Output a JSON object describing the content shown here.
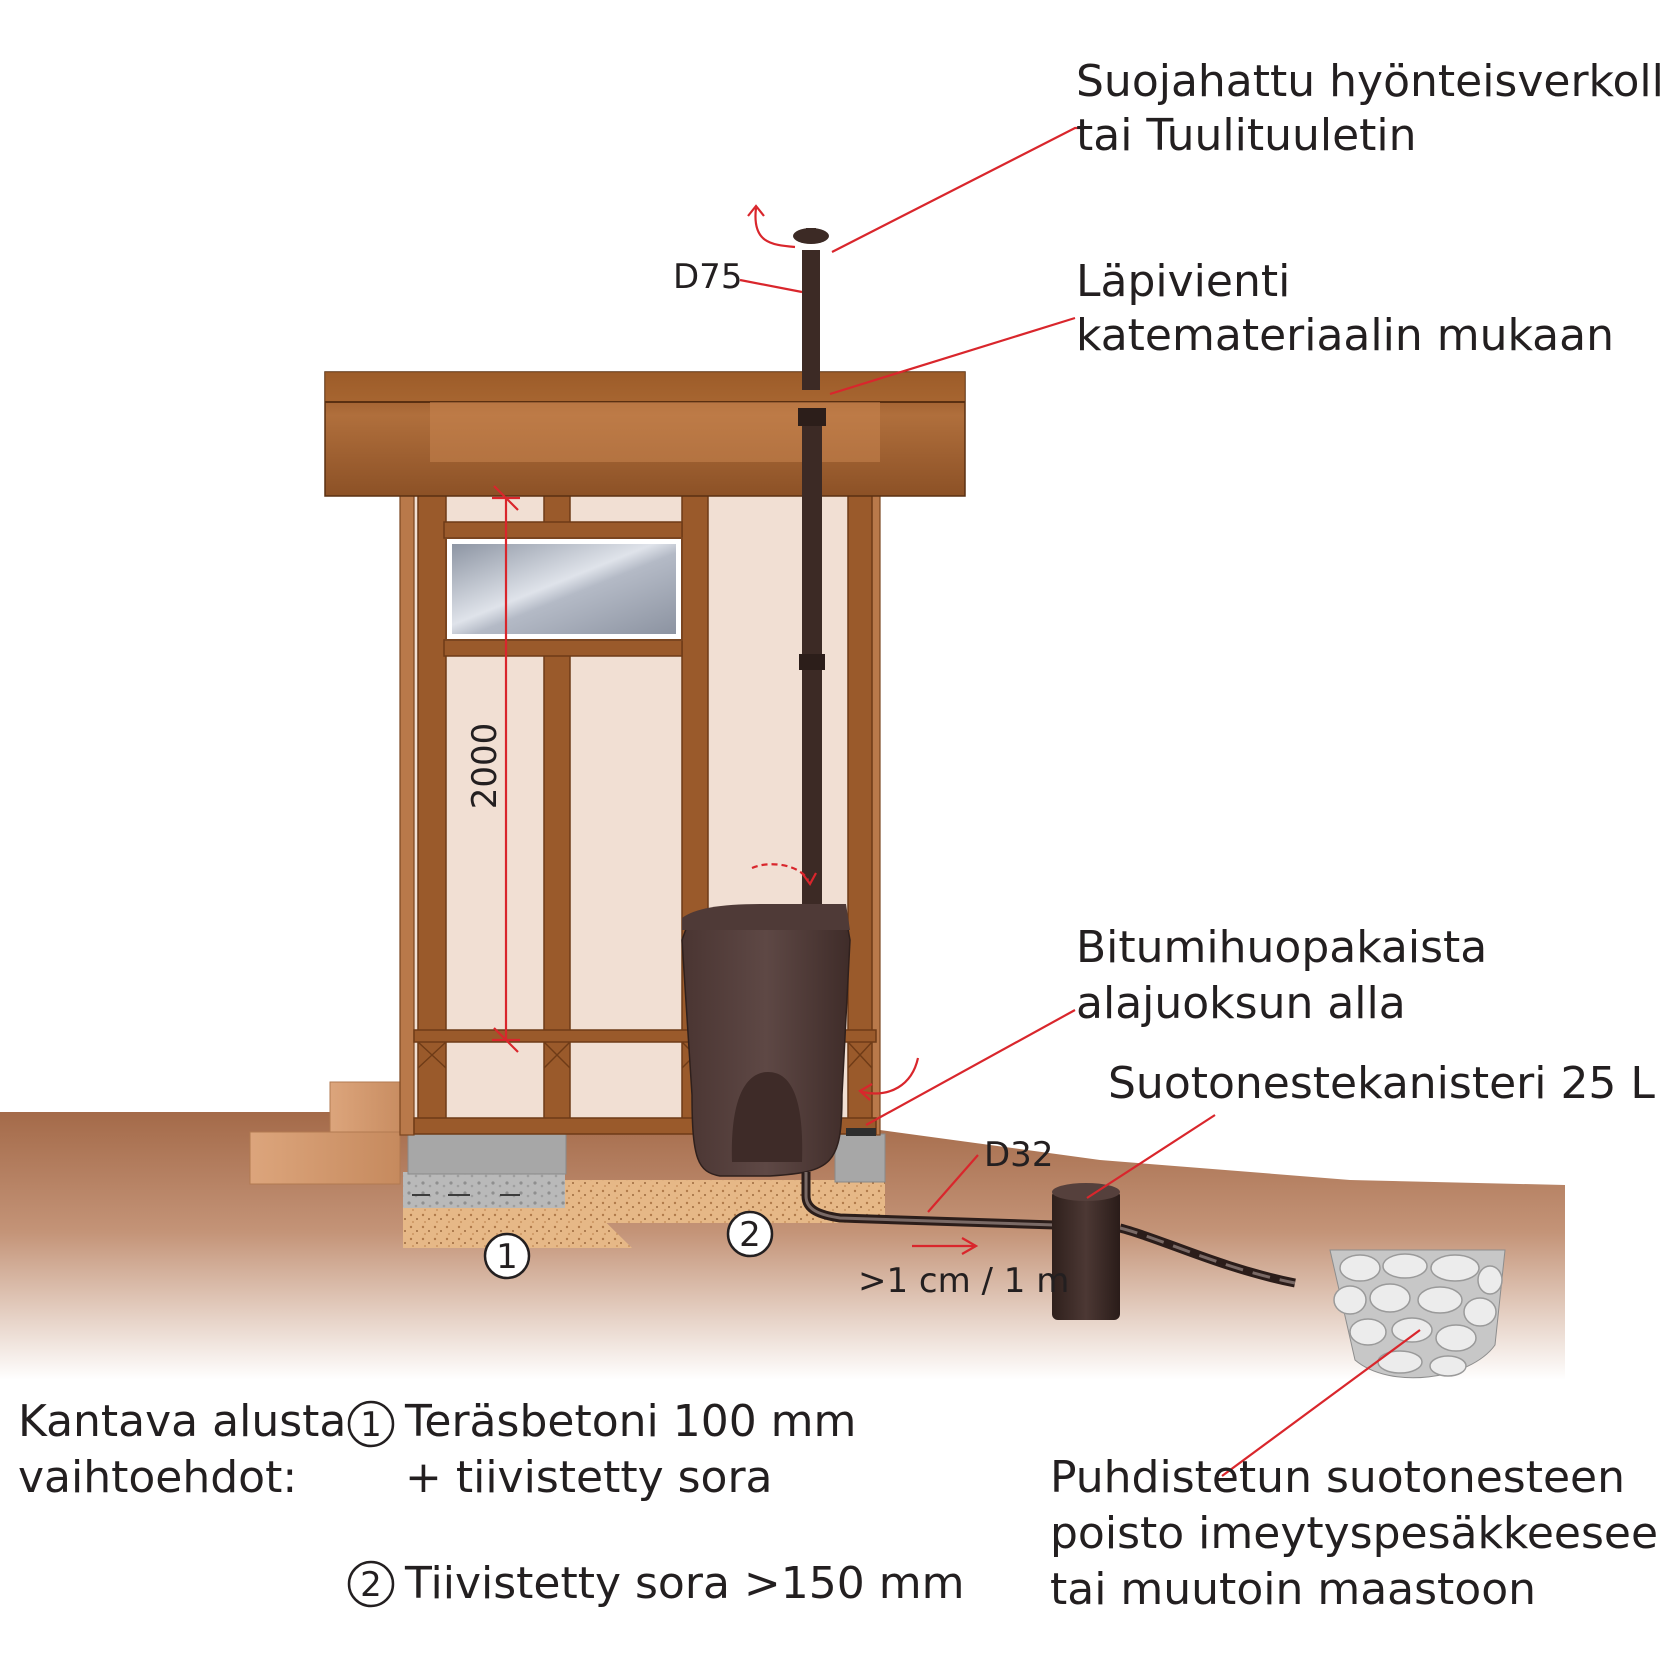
{
  "labels": {
    "cap": [
      "Suojahattu hyönteisverkolla",
      "tai Tuulituuletin"
    ],
    "pipe_diameter": "D75",
    "roof_pass": [
      "Läpivienti",
      "katemateriaalin mukaan"
    ],
    "height_dim": "2000",
    "bitumen": [
      "Bitumihuopakaista",
      "alajuoksun alla"
    ],
    "canister": "Suotonestekanisteri 25 L",
    "drain_diameter": "D32",
    "slope": ">1 cm / 1 m",
    "outlet": [
      "Puhdistetun suotonesteen",
      "poisto imeytyspesäkkeeseen",
      "tai muutoin maastoon"
    ]
  },
  "markers": {
    "one": "1",
    "two": "2"
  },
  "legend": {
    "heading": [
      "Kantava alusta",
      "vaihtoehdot:"
    ],
    "option1": [
      "Teräsbetoni 100 mm",
      "+ tiivistetty sora"
    ],
    "option2": "Tiivistetty sora >150 mm"
  },
  "colors": {
    "leader": "#d9262c",
    "timber": "#9a5a2b",
    "wall": "#f1dfd3",
    "ground": "#a96f4e",
    "pipe": "#3c2a25",
    "toilet": "#523d3a",
    "gravel": "#e2b47c",
    "stone": "#d6d6d6"
  }
}
